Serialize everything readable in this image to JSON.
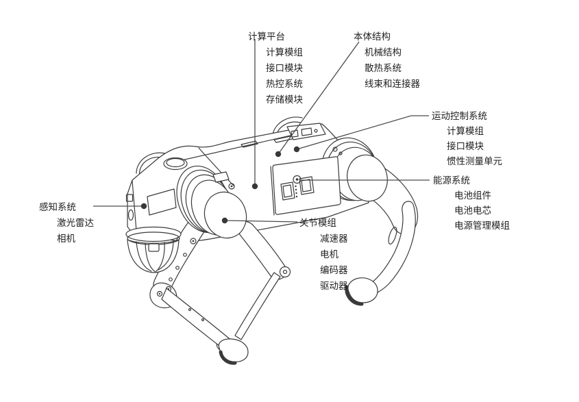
{
  "illustration": {
    "subject": "quadruped-robot-line-drawing"
  },
  "colors": {
    "background": "#ffffff",
    "line_art": "#3a3a3a",
    "leader_line": "#4a4a4a",
    "callout_dot": "#383838",
    "text": "#1f1f1f"
  },
  "callouts": {
    "computing_platform": {
      "title": "计算平台",
      "items": [
        "计算模组",
        "接口模块",
        "热控系统",
        "存储模块"
      ]
    },
    "body_structure": {
      "title": "本体结构",
      "items": [
        "机械结构",
        "散热系统",
        "线束和连接器"
      ]
    },
    "motion_control": {
      "title": "运动控制系统",
      "items": [
        "计算模组",
        "接口模块",
        "惯性测量单元"
      ]
    },
    "energy_system": {
      "title": "能源系统",
      "items": [
        "电池组件",
        "电池电芯",
        "电源管理模组"
      ]
    },
    "perception": {
      "title": "感知系统",
      "items": [
        "激光雷达",
        "相机"
      ]
    },
    "joint_module": {
      "title": "关节模组",
      "items": [
        "减速器",
        "电机",
        "编码器",
        "驱动器"
      ]
    }
  }
}
